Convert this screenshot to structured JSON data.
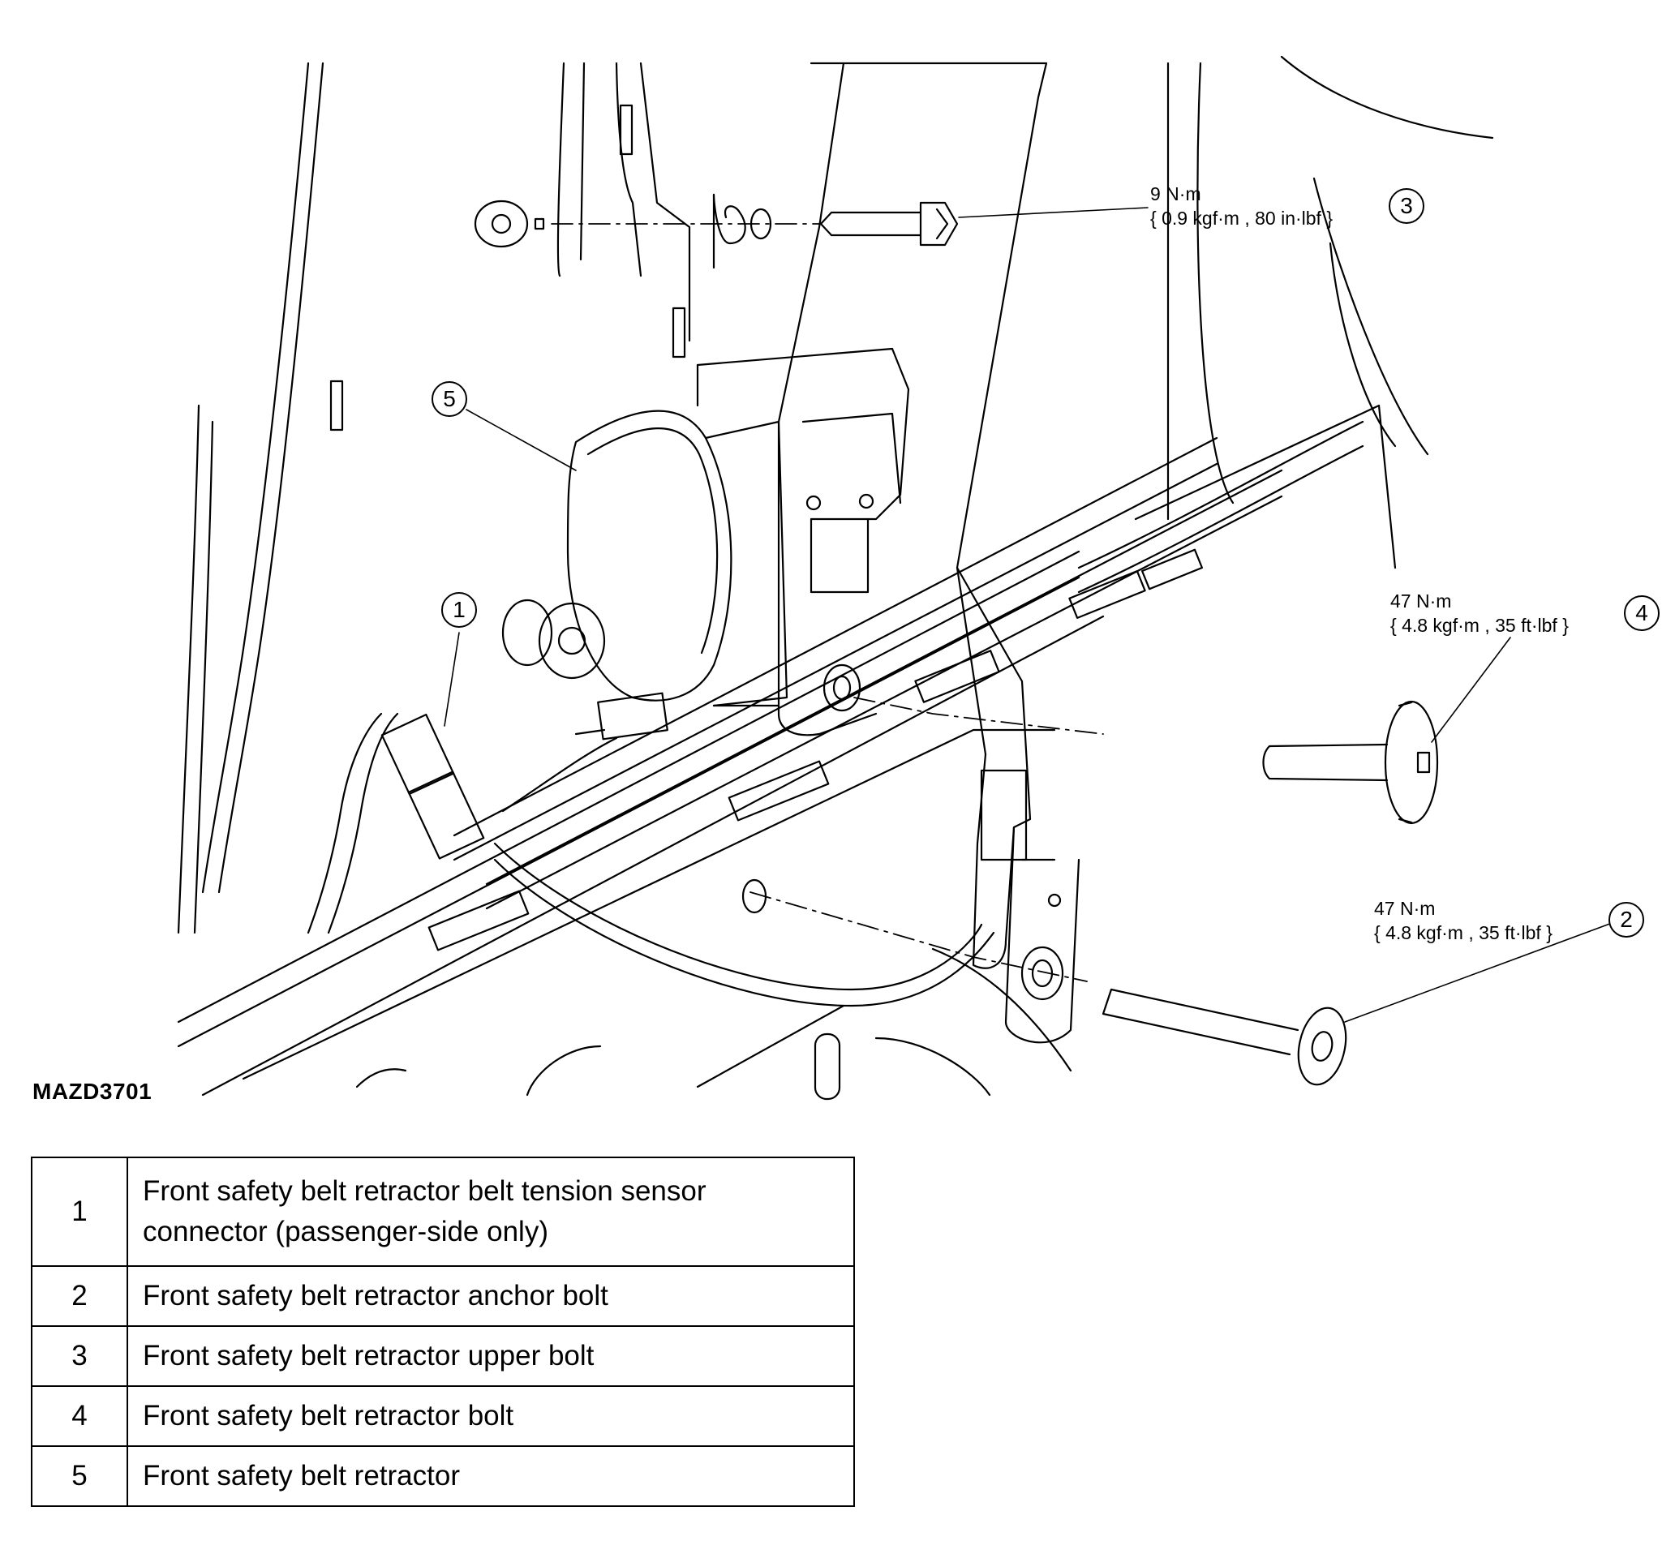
{
  "figure_code": "MAZD3701",
  "callouts": {
    "c1": "1",
    "c2": "2",
    "c3": "3",
    "c4": "4",
    "c5": "5"
  },
  "torque_specs": {
    "item3": {
      "line1": "9 N·m",
      "line2": "{ 0.9 kgf·m , 80 in·lbf }"
    },
    "item4": {
      "line1": "47 N·m",
      "line2": "{ 4.8 kgf·m , 35 ft·lbf }"
    },
    "item2": {
      "line1": "47 N·m",
      "line2": "{ 4.8 kgf·m , 35 ft·lbf }"
    }
  },
  "legend": {
    "rows": [
      {
        "num": "1",
        "desc_line1": "Front safety belt retractor belt tension sensor",
        "desc_line2": "connector (passenger-side only)"
      },
      {
        "num": "2",
        "desc": "Front safety belt retractor anchor bolt"
      },
      {
        "num": "3",
        "desc": "Front safety belt retractor upper bolt"
      },
      {
        "num": "4",
        "desc": "Front safety belt retractor bolt"
      },
      {
        "num": "5",
        "desc": "Front safety belt retractor"
      }
    ]
  }
}
